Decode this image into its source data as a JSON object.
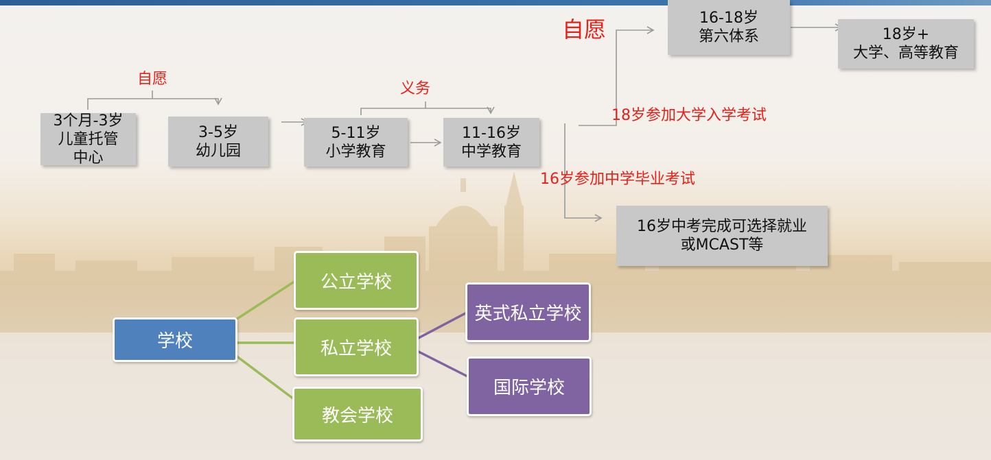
{
  "pathway": {
    "voluntary_label_1": "自愿",
    "compulsory_label": "义务",
    "voluntary_label_2": "自愿",
    "exam_18_label": "18岁参加大学入学考试",
    "exam_16_label": "16岁参加中学毕业考试",
    "stages": {
      "childcare": "3个月-3岁\n儿童托管\n中心",
      "kindergarten": "3-5岁\n幼儿园",
      "primary": "5-11岁\n小学教育",
      "secondary": "11-16岁\n中学教育",
      "sixth_form": "16-18岁\n第六体系",
      "university": "18岁+\n大学、高等教育",
      "after_secondary": "16岁中考完成可选择就业\n或MCAST等"
    }
  },
  "school_types": {
    "root": "学校",
    "public": "公立学校",
    "private": "私立学校",
    "church": "教会学校",
    "british_private": "英式私立学校",
    "international": "国际学校"
  },
  "colors": {
    "stage_box": "#c8c8c8",
    "red_text": "#e8201a",
    "green_node": "#9bbb59",
    "purple_node": "#8064a2",
    "blue_node": "#4f81bd"
  }
}
